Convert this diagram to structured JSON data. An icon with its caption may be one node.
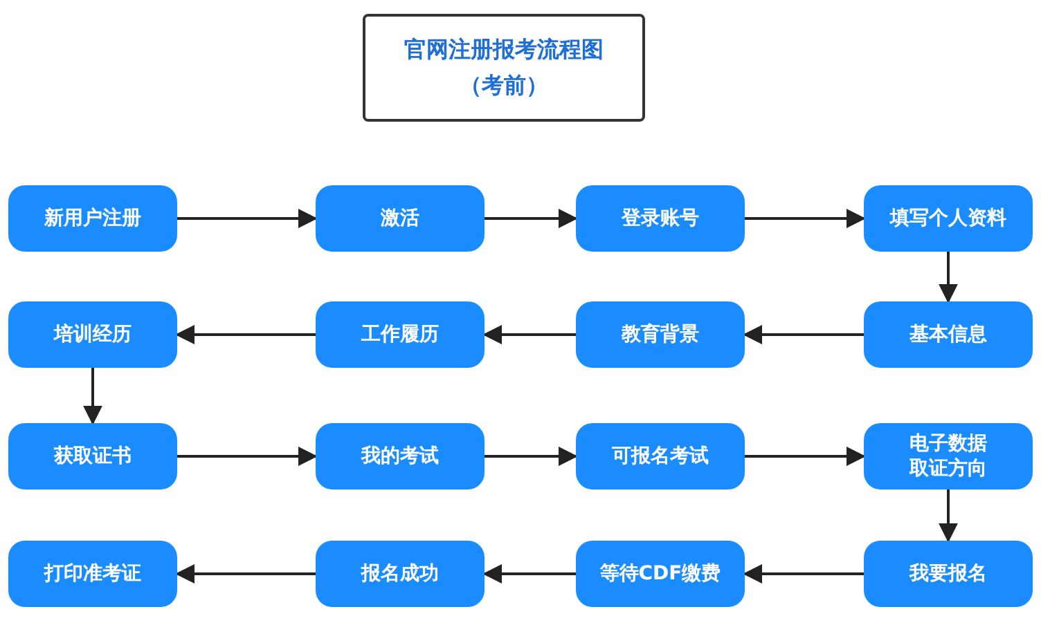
{
  "diagram": {
    "title": "官网注册报考流程图（考前）",
    "nodes": [
      {
        "text": [
          "新用户注册"
        ]
      },
      {
        "text": [
          "激活"
        ]
      },
      {
        "text": [
          "登录账号"
        ]
      },
      {
        "text": [
          "填写个人资料"
        ]
      },
      {
        "text": [
          "基本信息"
        ]
      },
      {
        "text": [
          "教育背景"
        ]
      },
      {
        "text": [
          "工作履历"
        ]
      },
      {
        "text": [
          "培训经历"
        ]
      },
      {
        "text": [
          "获取证书"
        ]
      },
      {
        "text": [
          "我的考试"
        ]
      },
      {
        "text": [
          "可报名考试"
        ]
      },
      {
        "text": [
          "电子数据取证方向"
        ]
      },
      {
        "text": [
          "我要报名"
        ]
      },
      {
        "text": [
          "等待CDF缴费"
        ]
      },
      {
        "text": [
          "报名成功"
        ]
      },
      {
        "text": [
          "打印准考证"
        ]
      }
    ],
    "edges": [
      {
        "from": 0,
        "to": 1,
        "arrow": "to"
      },
      {
        "from": 1,
        "to": 2,
        "arrow": "to"
      },
      {
        "from": 2,
        "to": 3,
        "arrow": "to"
      },
      {
        "from": 3,
        "to": 4,
        "arrow": "to"
      },
      {
        "from": 4,
        "to": 5,
        "arrow": "to"
      },
      {
        "from": 5,
        "to": 6,
        "arrow": "to"
      },
      {
        "from": 6,
        "to": 7,
        "arrow": "to"
      },
      {
        "from": 7,
        "to": 8,
        "arrow": "to"
      },
      {
        "from": 8,
        "to": 9,
        "arrow": "to"
      },
      {
        "from": 9,
        "to": 10,
        "arrow": "to"
      },
      {
        "from": 10,
        "to": 11,
        "arrow": "to"
      },
      {
        "from": 11,
        "to": 12,
        "arrow": "to"
      },
      {
        "from": 12,
        "to": 13,
        "arrow": "to"
      },
      {
        "from": 13,
        "to": 14,
        "arrow": "to"
      },
      {
        "from": 14,
        "to": 15,
        "arrow": "to"
      }
    ]
  }
}
